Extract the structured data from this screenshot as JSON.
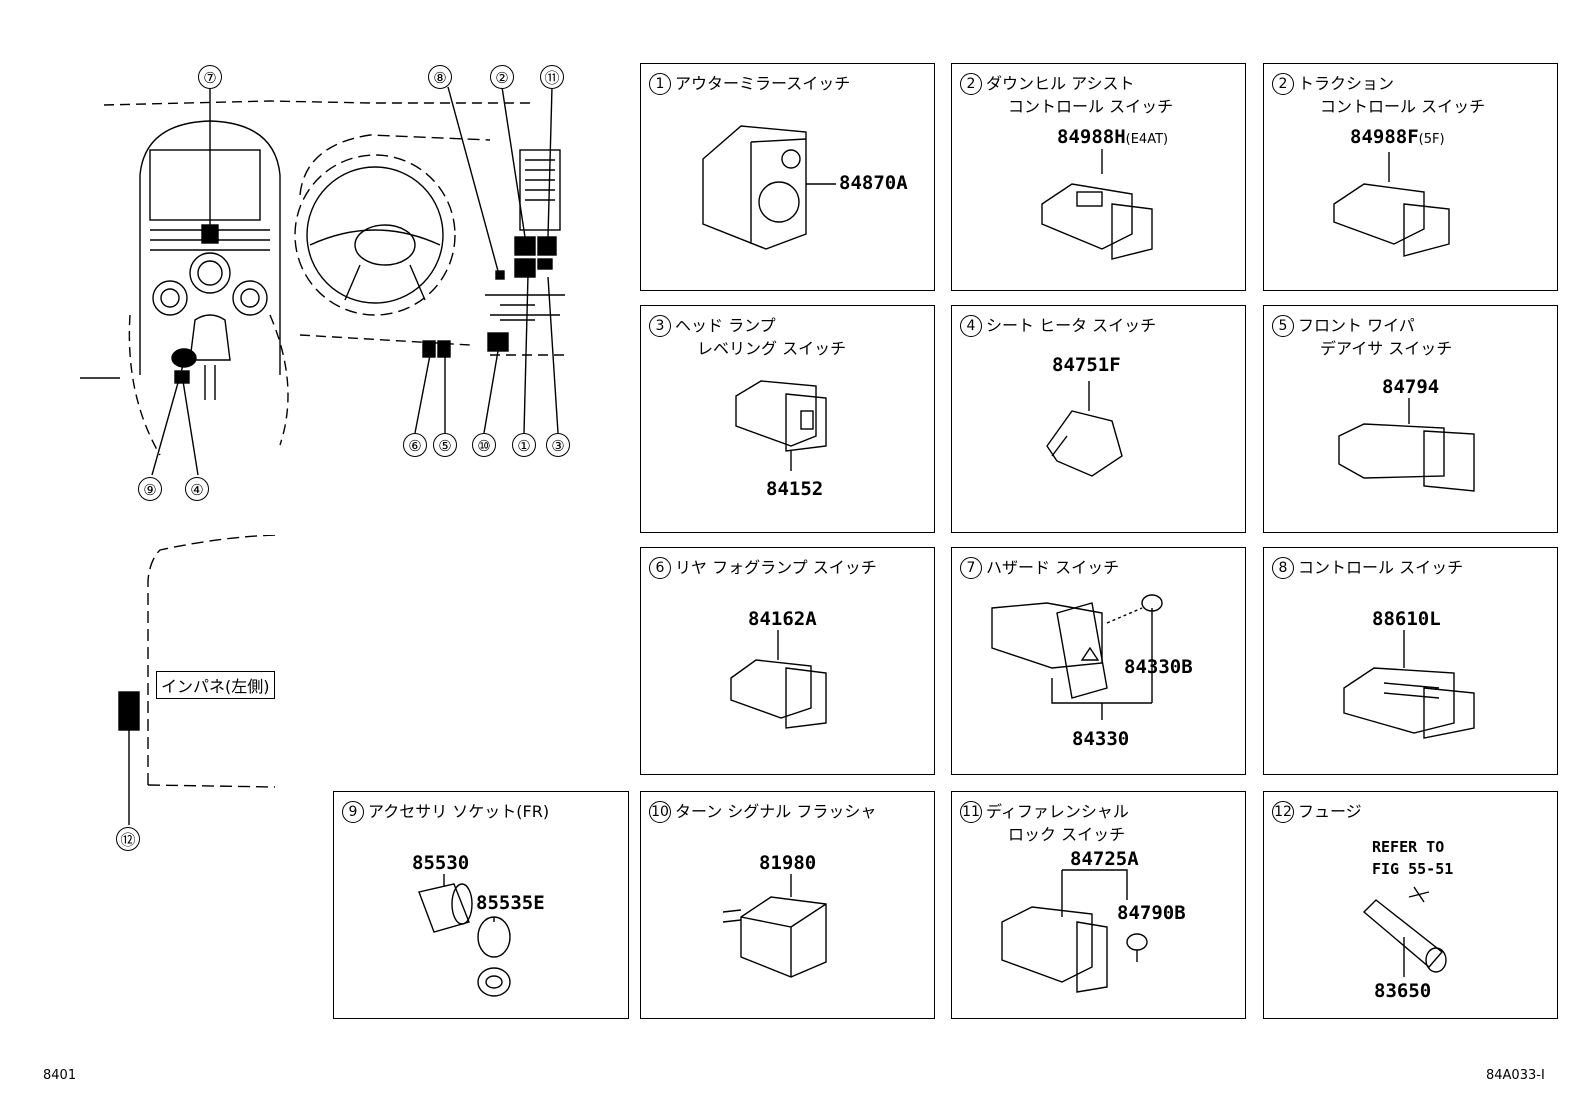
{
  "overview": {
    "callouts": [
      "⑦",
      "⑧",
      "②",
      "⑪",
      "⑥",
      "⑤",
      "⑩",
      "①",
      "③",
      "⑨",
      "④",
      "⑫"
    ],
    "instrument_panel_label": "インパネ(左側)"
  },
  "boxes": [
    {
      "num": "1",
      "line1": "アウターミラースイッチ",
      "line2": "",
      "part": "84870A",
      "note": ""
    },
    {
      "num": "2",
      "line1": "ダウンヒル アシスト",
      "line2": "コントロール スイッチ",
      "part": "84988H",
      "note": "(E4AT)"
    },
    {
      "num": "2",
      "line1": "トラクション",
      "line2": "コントロール スイッチ",
      "part": "84988F",
      "note": "(5F)"
    },
    {
      "num": "3",
      "line1": "ヘッド ランプ",
      "line2": "レベリング スイッチ",
      "part": "84152",
      "note": ""
    },
    {
      "num": "4",
      "line1": "シート ヒータ スイッチ",
      "line2": "",
      "part": "84751F",
      "note": ""
    },
    {
      "num": "5",
      "line1": "フロント ワイパ",
      "line2": "デアイサ スイッチ",
      "part": "84794",
      "note": ""
    },
    {
      "num": "6",
      "line1": "リヤ フォグランプ スイッチ",
      "line2": "",
      "part": "84162A",
      "note": ""
    },
    {
      "num": "7",
      "line1": "ハザード スイッチ",
      "line2": "",
      "part": "84330B",
      "part2": "84330",
      "note": ""
    },
    {
      "num": "8",
      "line1": "コントロール スイッチ",
      "line2": "",
      "part": "88610L",
      "note": ""
    },
    {
      "num": "9",
      "line1": "アクセサリ ソケット(FR)",
      "line2": "",
      "part": "85530",
      "part2": "85535E",
      "note": ""
    },
    {
      "num": "10",
      "line1": "ターン シグナル フラッシャ",
      "line2": "",
      "part": "81980",
      "note": ""
    },
    {
      "num": "11",
      "line1": "ディファレンシャル",
      "line2": "ロック スイッチ",
      "part": "84725A",
      "part2": "84790B",
      "note": ""
    },
    {
      "num": "12",
      "line1": "フュージ",
      "line2": "",
      "part": "83650",
      "note": "",
      "refer": "REFER TO\nFIG 55-51"
    }
  ],
  "footer": {
    "left": "8401",
    "right": "84A033-I"
  }
}
